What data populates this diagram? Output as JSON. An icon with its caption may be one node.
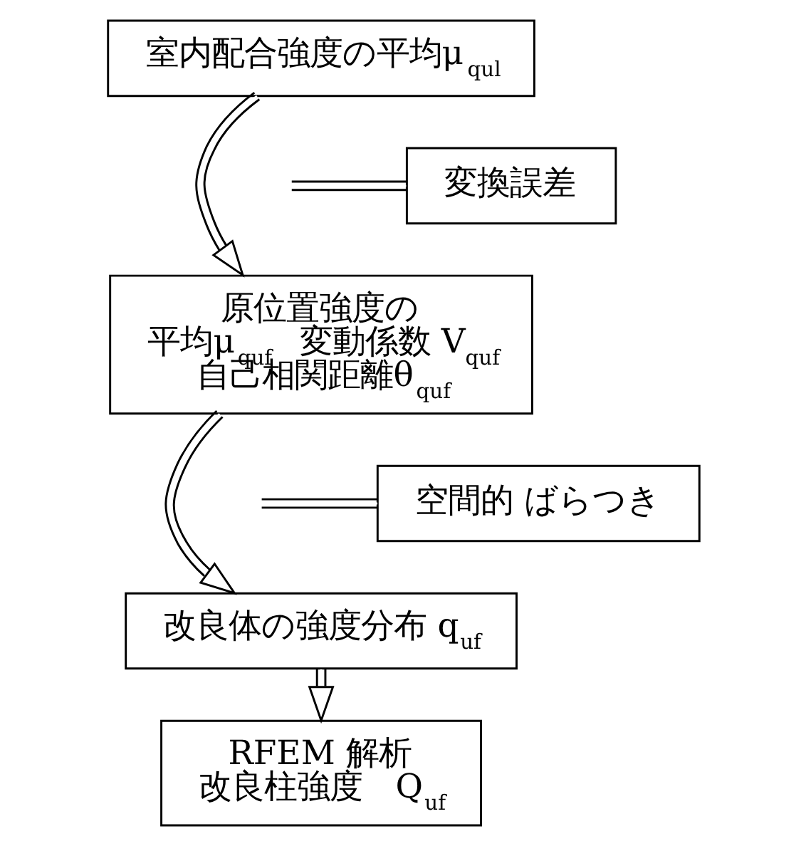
{
  "diagram": {
    "nodes": [
      {
        "text": [
          "室内配合強度の平均μ$_{qul}$"
        ]
      },
      {
        "text": [
          "原位置強度の",
          "平均μ$_{quf}$　変動係数 V$_{quf}$",
          "自己相関距離θ$_{quf}$"
        ]
      },
      {
        "text": [
          "改良体の強度分布 q$_{uf}$"
        ]
      },
      {
        "text": [
          "RFEM 解析",
          "改良柱強度　Q$_{uf}$"
        ]
      },
      {
        "text": [
          "変換誤差"
        ]
      },
      {
        "text": [
          "空間的 ばらつき"
        ]
      }
    ],
    "edges": [
      {
        "from": 0,
        "to": 1,
        "arrow": "to"
      },
      {
        "from": 1,
        "to": 2,
        "arrow": "to"
      },
      {
        "from": 2,
        "to": 3,
        "arrow": "to"
      },
      {
        "from": 4,
        "to": null,
        "arrow": "to"
      },
      {
        "from": 5,
        "to": null,
        "arrow": "to"
      }
    ]
  }
}
